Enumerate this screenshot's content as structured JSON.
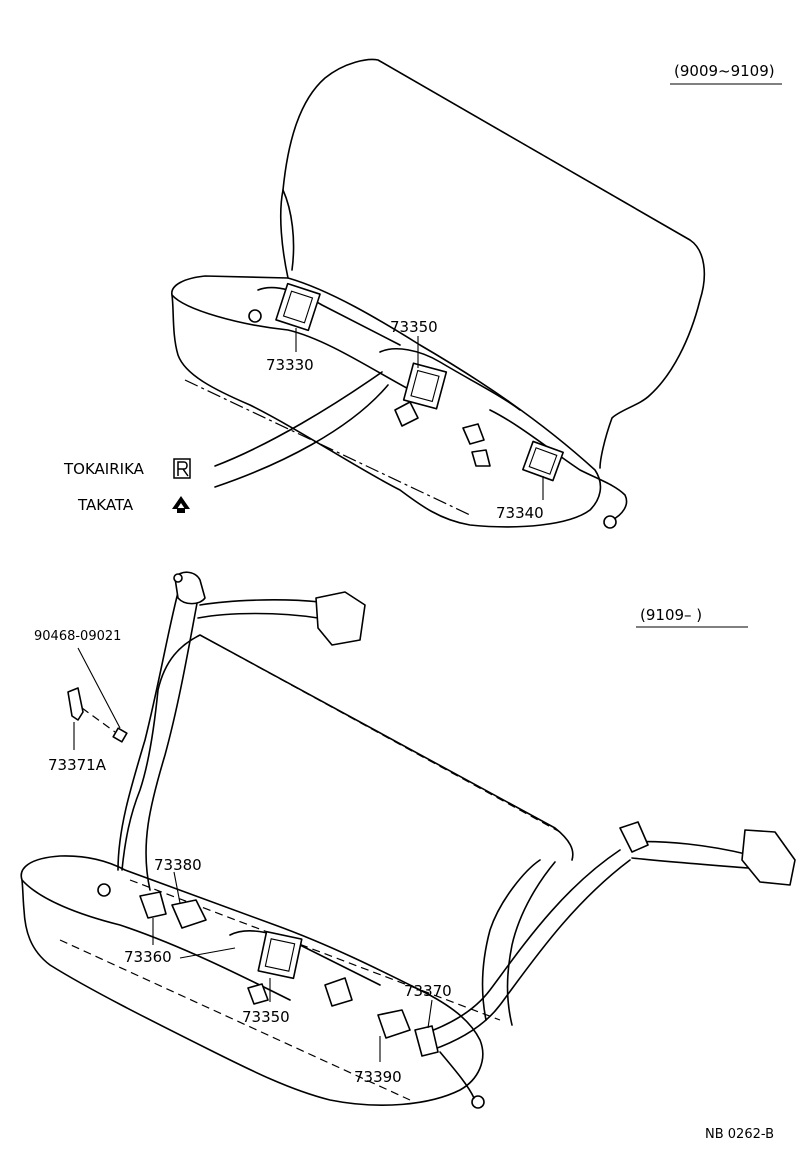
{
  "variants": {
    "top": "(9009~9109)",
    "bottom": "(9109–      )"
  },
  "manufacturers": [
    {
      "name": "TOKAIRIKA",
      "logo": "tokairika-r-logo"
    },
    {
      "name": "TAKATA",
      "logo": "takata-logo"
    }
  ],
  "top_parts": {
    "p73350": "73350",
    "p73330": "73330",
    "p73340": "73340"
  },
  "bottom_parts": {
    "p90468": "90468-09021",
    "p73371A": "73371A",
    "p73380": "73380",
    "p73360": "73360",
    "p73350": "73350",
    "p73370": "73370",
    "p73390": "73390"
  },
  "figure_code": "NB  0262-B"
}
